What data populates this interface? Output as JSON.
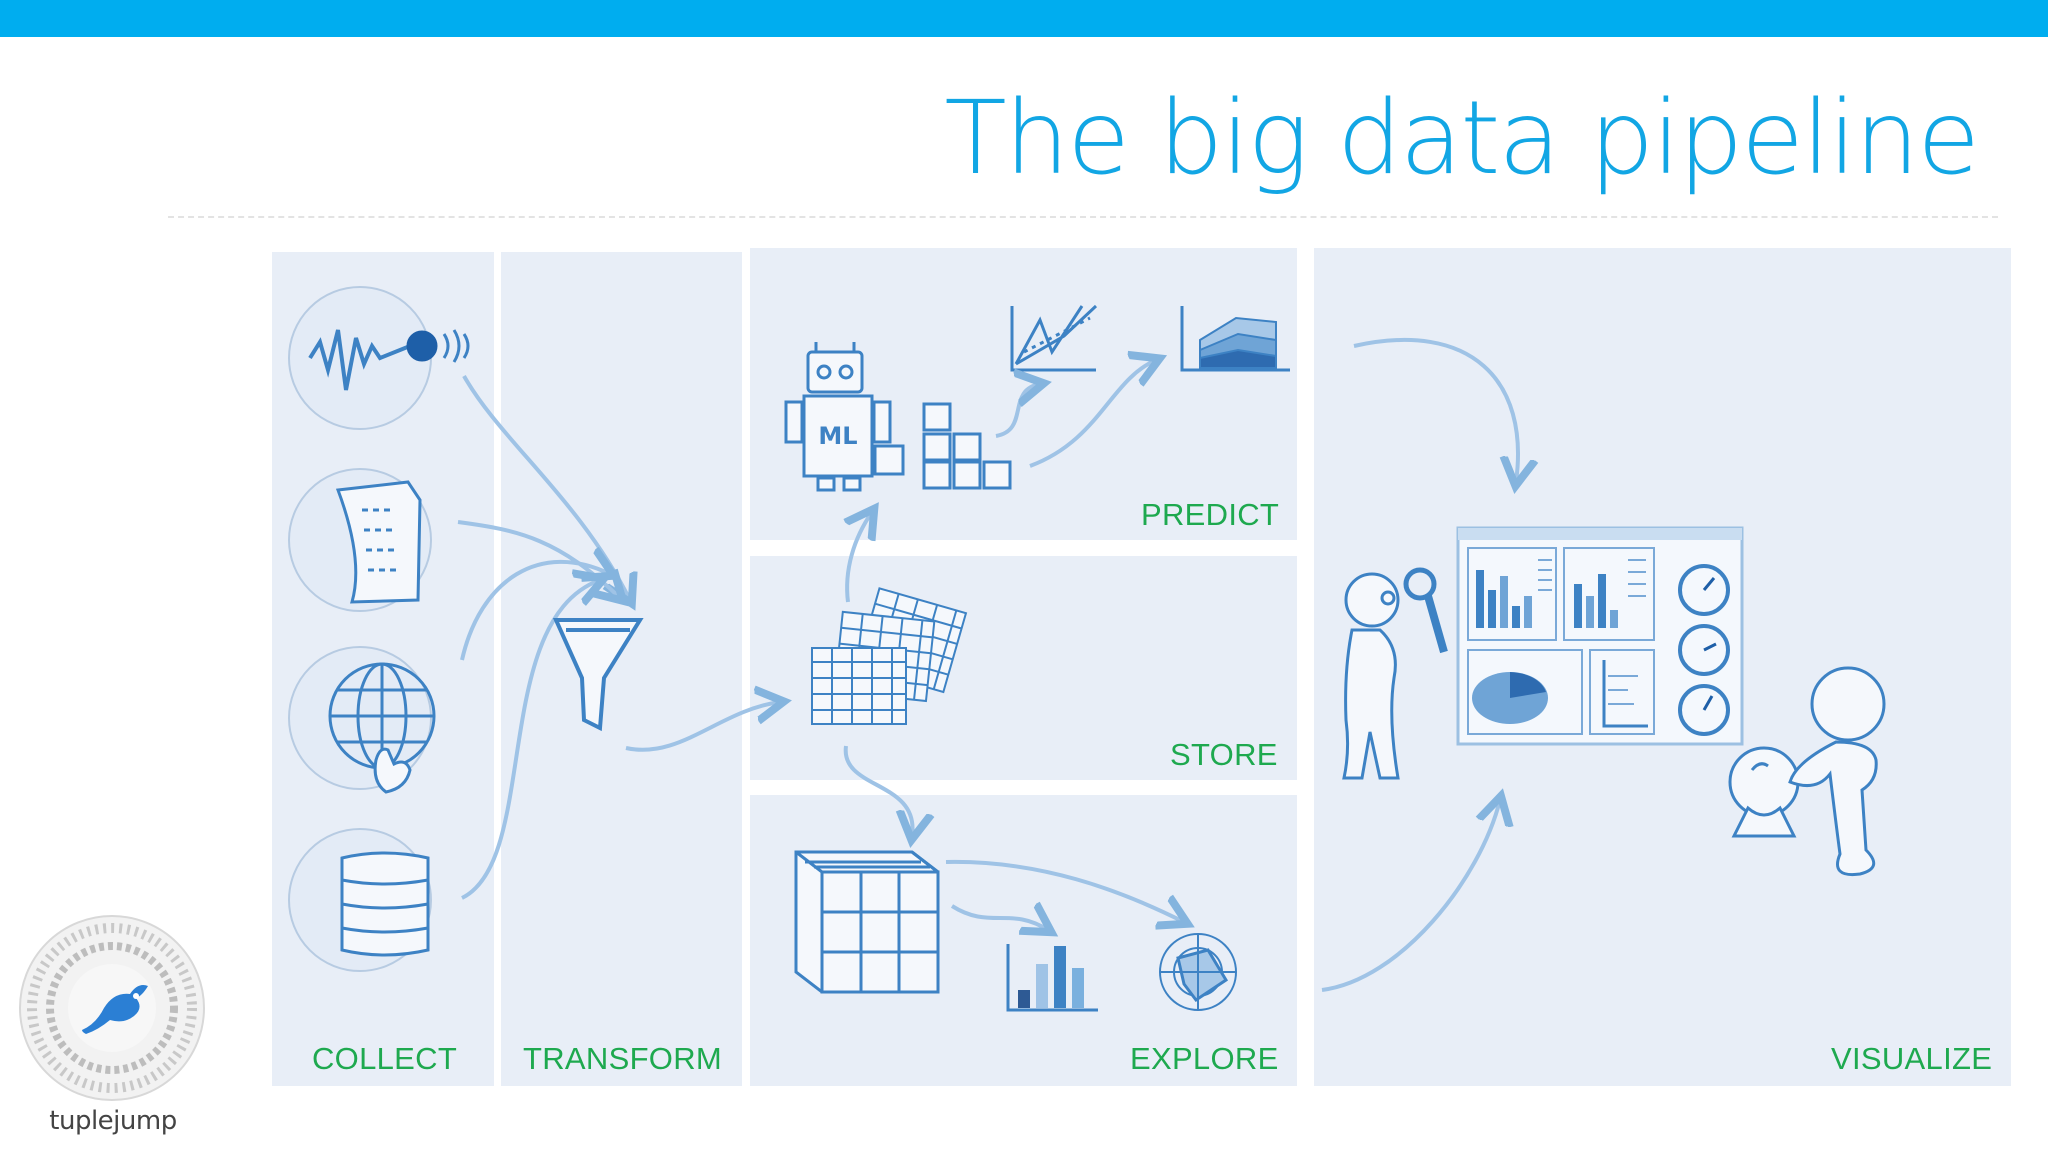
{
  "slide": {
    "title": "The big data pipeline",
    "colors": {
      "topbar": "#00adef",
      "title": "#12a6e4",
      "panel": "#e8eef7",
      "stage_label": "#1ea94f",
      "sketch": "#3d82c4"
    }
  },
  "stages": {
    "collect": "COLLECT",
    "transform": "TRANSFORM",
    "predict": "PREDICT",
    "store": "STORE",
    "explore": "EXPLORE",
    "visualize": "VISUALIZE"
  },
  "icons": {
    "collect": [
      "signal-waveform-icon",
      "document-icon",
      "globe-icon",
      "database-icon"
    ],
    "transform": [
      "funnel-icon"
    ],
    "predict": [
      "ml-robot-icon",
      "cubes-icon",
      "line-chart-icon",
      "area-chart-icon"
    ],
    "store": [
      "tables-icon"
    ],
    "explore": [
      "data-cube-icon",
      "bar-chart-icon",
      "radar-chart-icon"
    ],
    "visualize": [
      "analyst-figure-icon",
      "dashboard-icon",
      "crystal-ball-figure-icon"
    ]
  },
  "robot_badge": "ML",
  "logo": {
    "name": "tuplejump",
    "icon": "rabbit-logo-icon"
  }
}
